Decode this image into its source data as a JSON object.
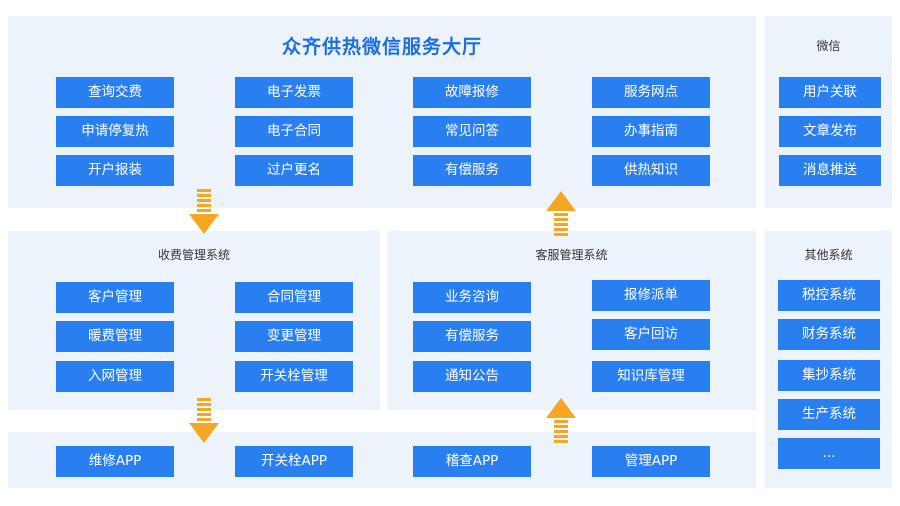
{
  "portal": {
    "title": "众齐供热微信服务大厅",
    "buttons": [
      "查询交费",
      "电子发票",
      "故障报修",
      "服务网点",
      "申请停复热",
      "电子合同",
      "常见问答",
      "办事指南",
      "开户报装",
      "过户更名",
      "有偿服务",
      "供热知识"
    ]
  },
  "wechat": {
    "label": "微信",
    "buttons": [
      "用户关联",
      "文章发布",
      "消息推送"
    ]
  },
  "billing": {
    "label": "收费管理系统",
    "buttons": [
      "客户管理",
      "合同管理",
      "暖费管理",
      "变更管理",
      "入网管理",
      "开关栓管理"
    ]
  },
  "service": {
    "label": "客服管理系统",
    "buttons": [
      "业务咨询",
      "报修派单",
      "有偿服务",
      "客户回访",
      "通知公告",
      "知识库管理"
    ]
  },
  "other": {
    "label": "其他系统",
    "buttons": [
      "税控系统",
      "财务系统",
      "集抄系统",
      "生产系统",
      "..."
    ]
  },
  "apps": {
    "buttons": [
      "维修APP",
      "开关栓APP",
      "稽查APP",
      "管理APP"
    ]
  },
  "colors": {
    "panel_bg": "#edf3fb",
    "button_bg": "#2a7ff0",
    "title": "#1d6fe0",
    "arrow": "#f5a623"
  },
  "icons": [
    "arrow-down-icon",
    "arrow-up-icon"
  ]
}
